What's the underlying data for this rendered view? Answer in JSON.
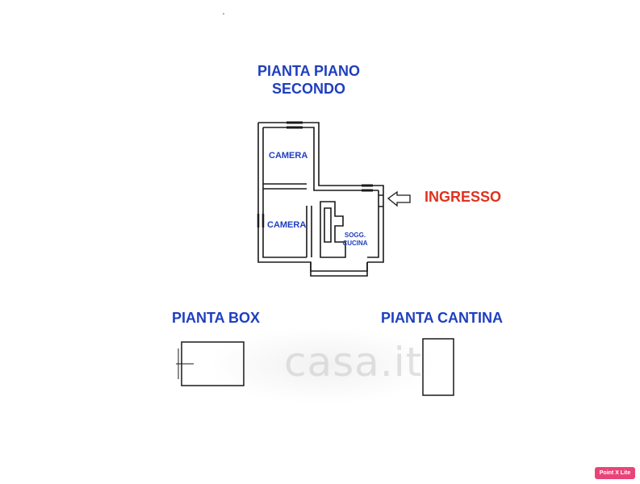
{
  "titles": {
    "second_floor_line1": "PIANTA PIANO",
    "second_floor_line2": "SECONDO",
    "box": "PIANTA BOX",
    "cellar": "PIANTA CANTINA",
    "entrance": "INGRESSO"
  },
  "rooms": {
    "bedroom_top": "CAMERA",
    "bedroom_bottom": "CAMERA",
    "living_line1": "SOGG.",
    "living_line2": "CUCINA"
  },
  "watermark": {
    "text": "casa.it"
  },
  "badge": {
    "text": "Point X Lite"
  },
  "colors": {
    "title_blue": "#1f3fbf",
    "entrance_red": "#e0321e",
    "badge_pink": "#e9447a",
    "wall_line": "#1a1a1a"
  },
  "icons": {
    "entrance_arrow": "arrow-left-outline-icon"
  }
}
